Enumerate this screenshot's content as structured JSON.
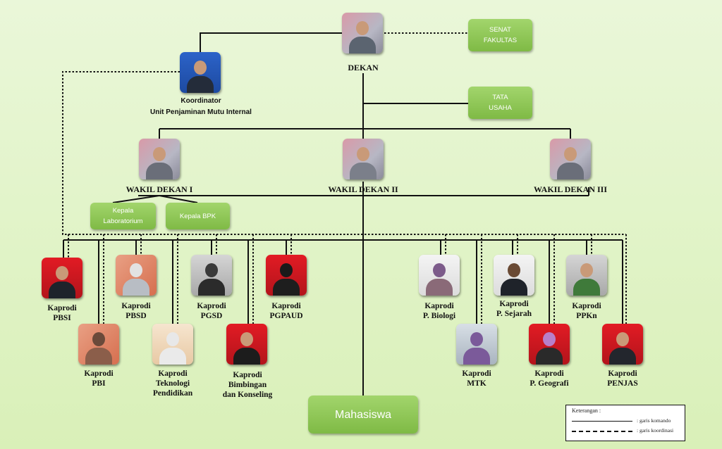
{
  "dean": {
    "title": "DEKAN"
  },
  "senate": {
    "label": "SENAT\nFAKULTAS"
  },
  "admin": {
    "label": "TATA\nUSAHA"
  },
  "coordinator": {
    "line1": "Koordinator",
    "line2": "Unit Penjaminan Mutu Internal"
  },
  "vice_deans": [
    {
      "title": "WAKIL DEKAN I"
    },
    {
      "title": "WAKIL DEKAN II"
    },
    {
      "title": "WAKIL DEKAN III"
    }
  ],
  "sub_units": [
    {
      "label": "Kepala\nLaboratorium"
    },
    {
      "label": "Kepala BPK"
    }
  ],
  "kaprodi": [
    {
      "line1": "Kaprodi",
      "line2": "PBSI"
    },
    {
      "line1": "Kaprodi",
      "line2": "PBI"
    },
    {
      "line1": "Kaprodi",
      "line2": "PBSD"
    },
    {
      "line1": "Kaprodi",
      "line2": "Teknologi",
      "line3": "Pendidikan"
    },
    {
      "line1": "Kaprodi",
      "line2": "PGSD"
    },
    {
      "line1": "Kaprodi",
      "line2": "Bimbingan",
      "line3": "dan Konseling"
    },
    {
      "line1": "Kaprodi",
      "line2": "PGPAUD"
    },
    {
      "line1": "Kaprodi",
      "line2": "P. Biologi"
    },
    {
      "line1": "Kaprodi",
      "line2": "MTK"
    },
    {
      "line1": "Kaprodi",
      "line2": "P. Sejarah"
    },
    {
      "line1": "Kaprodi",
      "line2": "P. Geografi"
    },
    {
      "line1": "Kaprodi",
      "line2": "PPKn"
    },
    {
      "line1": "Kaprodi",
      "line2": "PENJAS"
    }
  ],
  "students": {
    "label": "Mahasiswa"
  },
  "legend": {
    "title": "Keterangan :",
    "command": ": garis komando",
    "coordination": ": garis koordinasi"
  },
  "colors": {
    "box_green": "#8cc653",
    "line": "#111111",
    "background": "#e3f4c9"
  }
}
